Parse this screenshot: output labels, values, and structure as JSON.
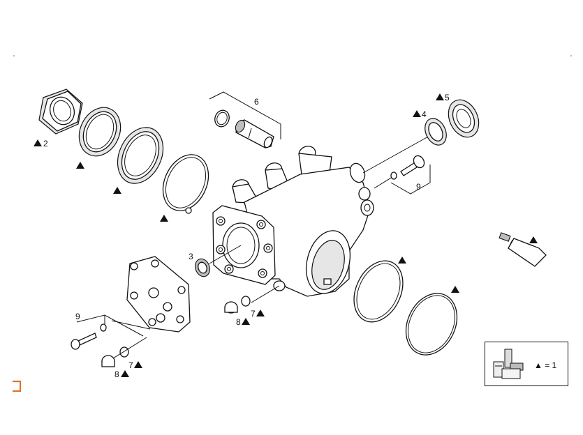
{
  "labels": {
    "l2": "2",
    "l3": "3",
    "l4": "4",
    "l5": "5",
    "l6": "6",
    "l7a": "7",
    "l7b": "7",
    "l8a": "8",
    "l8b": "8",
    "l9a": "9",
    "l9b": "9"
  },
  "legend": {
    "text": "▲ = 1"
  },
  "icons": {
    "triangle": "triangle-marker-icon",
    "kit": "repair-kit-icon"
  },
  "colors": {
    "ink": "#111111",
    "corner_mark": "#e07020"
  }
}
